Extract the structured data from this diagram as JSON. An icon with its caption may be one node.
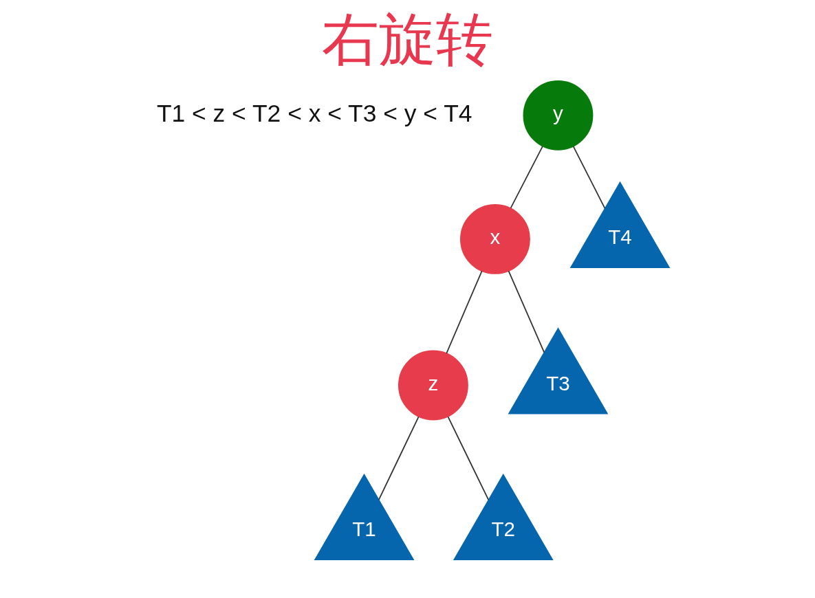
{
  "diagram": {
    "title": "右旋转",
    "nodes": [
      {
        "text": [
          "y"
        ]
      },
      {
        "text": [
          "x"
        ]
      },
      {
        "text": [
          "T4"
        ]
      },
      {
        "text": [
          "z"
        ]
      },
      {
        "text": [
          "T3"
        ]
      },
      {
        "text": [
          "T1"
        ]
      },
      {
        "text": [
          "T2"
        ]
      }
    ],
    "edges": [
      {
        "from": 0,
        "to": 1,
        "arrow": "none"
      },
      {
        "from": 0,
        "to": 2,
        "arrow": "none"
      },
      {
        "from": 1,
        "to": 3,
        "arrow": "none"
      },
      {
        "from": 1,
        "to": 4,
        "arrow": "none"
      },
      {
        "from": 3,
        "to": 5,
        "arrow": "none"
      },
      {
        "from": 3,
        "to": 6,
        "arrow": "none"
      }
    ],
    "labels": [
      "T1 < z < T2 < x < T3 < y < T4"
    ]
  }
}
